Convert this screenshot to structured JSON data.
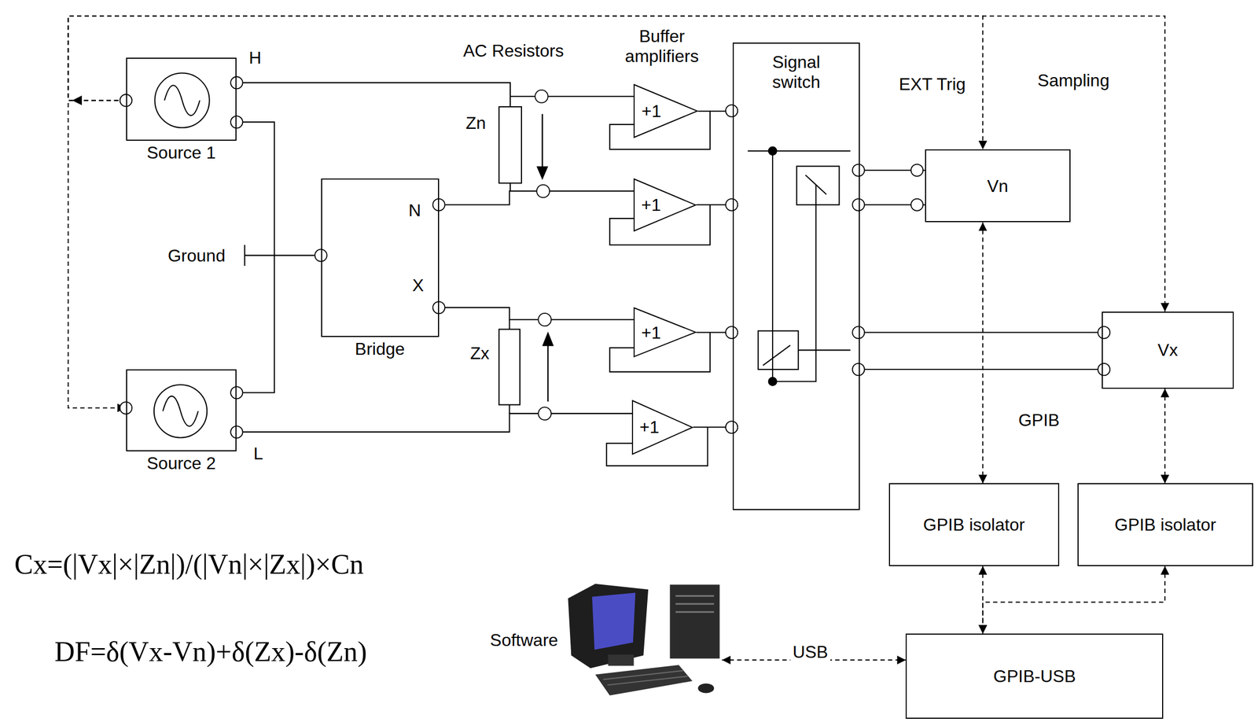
{
  "diagram": {
    "nodes": [
      {
        "text": [
          "Source 1"
        ]
      },
      {
        "text": [
          "Bridge"
        ]
      },
      {
        "text": [
          "Source 2"
        ]
      },
      {
        "text": [
          "+1"
        ]
      },
      {
        "text": [
          "+1"
        ]
      },
      {
        "text": [
          "+1"
        ]
      },
      {
        "text": [
          "+1"
        ]
      },
      {
        "text": [
          "Signal switch"
        ]
      },
      {
        "text": [
          "Vn"
        ]
      },
      {
        "text": [
          "Vx"
        ]
      },
      {
        "text": [
          "GPIB isolator"
        ]
      },
      {
        "text": [
          "GPIB isolator"
        ]
      },
      {
        "text": [
          "Software"
        ]
      },
      {
        "text": [
          "GPIB-USB"
        ]
      }
    ],
    "edges": [
      {
        "from": 0,
        "to": 2,
        "arrow": "to"
      },
      {
        "from": 0,
        "to": 8,
        "arrow": "to",
        "label": "EXT Trig"
      },
      {
        "from": 0,
        "to": 9,
        "arrow": "to",
        "label": "Sampling"
      },
      {
        "from": 8,
        "to": 10,
        "arrow": "both"
      },
      {
        "from": 9,
        "to": 11,
        "arrow": "both"
      },
      {
        "from": 10,
        "to": 13,
        "arrow": "both"
      },
      {
        "from": 11,
        "to": 13,
        "arrow": "both"
      },
      {
        "from": 12,
        "to": 13,
        "arrow": "both",
        "label": "USB"
      },
      {
        "from": 0,
        "to": 3,
        "arrow": "none"
      },
      {
        "from": 1,
        "to": 4,
        "arrow": "none"
      },
      {
        "from": 1,
        "to": 5,
        "arrow": "none"
      },
      {
        "from": 2,
        "to": 6,
        "arrow": "none"
      },
      {
        "from": 0,
        "to": 2,
        "arrow": "none"
      },
      {
        "from": 3,
        "to": 7,
        "arrow": "none"
      },
      {
        "from": 4,
        "to": 7,
        "arrow": "none"
      },
      {
        "from": 5,
        "to": 7,
        "arrow": "none"
      },
      {
        "from": 6,
        "to": 7,
        "arrow": "none"
      },
      {
        "from": 7,
        "to": 8,
        "arrow": "none"
      },
      {
        "from": 7,
        "to": 8,
        "arrow": "none"
      },
      {
        "from": 7,
        "to": 9,
        "arrow": "none"
      },
      {
        "from": 7,
        "to": 9,
        "arrow": "none"
      }
    ],
    "labels": [
      "H",
      "Ground",
      "N",
      "X",
      "L",
      "AC Resistors",
      "Buffer amplifiers",
      "Zn",
      "Zx",
      "GPIB",
      "Cx=(|Vx|×|Zn|)/(|Vn|×|Zx|)×Cn",
      "DF=δ(Vx-Vn)+δ(Zx)-δ(Zn)"
    ]
  }
}
